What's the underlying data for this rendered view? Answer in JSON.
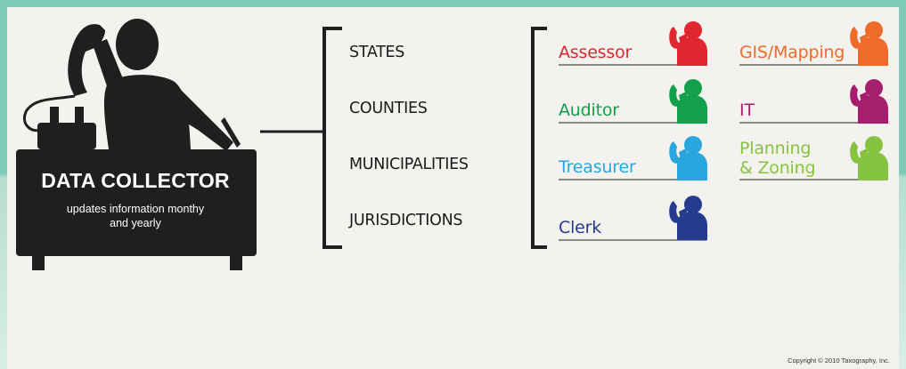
{
  "collector": {
    "title": "DATA COLLECTOR",
    "subtitle_line1": "updates information monthy",
    "subtitle_line2": "and yearly"
  },
  "jurisdictions": [
    "STATES",
    "COUNTIES",
    "MUNICIPALITIES",
    "JURISDICTIONS"
  ],
  "departments": [
    {
      "label": "Assessor",
      "color": "#e0262e"
    },
    {
      "label": "Auditor",
      "color": "#13a04a"
    },
    {
      "label": "Treasurer",
      "color": "#2aa6de"
    },
    {
      "label": "Clerk",
      "color": "#243b8e"
    },
    {
      "label": "GIS/Mapping",
      "color": "#f06a2b"
    },
    {
      "label": "IT",
      "color": "#a51f6e"
    },
    {
      "label": "Planning",
      "label2": "& Zoning",
      "color": "#86c341"
    }
  ],
  "copyright": "Copyright © 2010 Taxography, Inc."
}
